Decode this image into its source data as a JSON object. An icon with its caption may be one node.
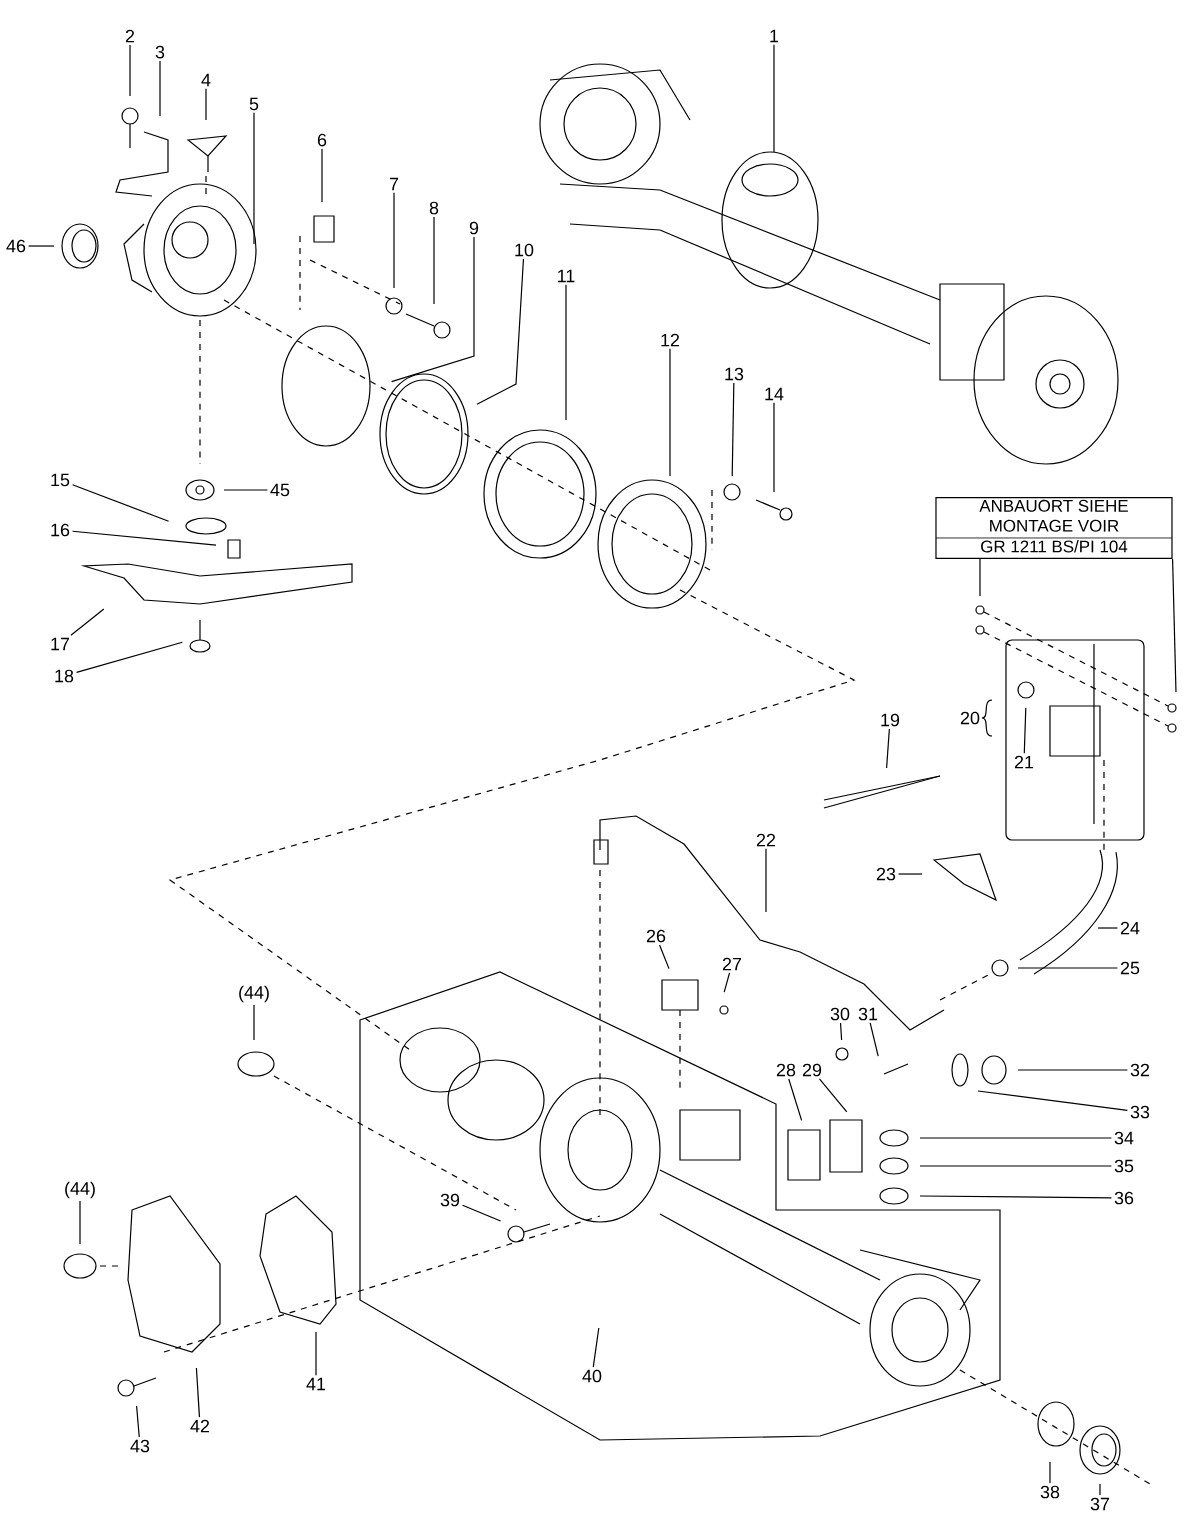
{
  "diagram": {
    "nodes": [
      {
        "text": [
          "1"
        ]
      },
      {
        "text": [
          "2"
        ]
      },
      {
        "text": [
          "3"
        ]
      },
      {
        "text": [
          "4"
        ]
      },
      {
        "text": [
          "5"
        ]
      },
      {
        "text": [
          "6"
        ]
      },
      {
        "text": [
          "7"
        ]
      },
      {
        "text": [
          "8"
        ]
      },
      {
        "text": [
          "9"
        ]
      },
      {
        "text": [
          "10"
        ]
      },
      {
        "text": [
          "11"
        ]
      },
      {
        "text": [
          "12"
        ]
      },
      {
        "text": [
          "13"
        ]
      },
      {
        "text": [
          "14"
        ]
      },
      {
        "text": [
          "15"
        ]
      },
      {
        "text": [
          "16"
        ]
      },
      {
        "text": [
          "17"
        ]
      },
      {
        "text": [
          "18"
        ]
      },
      {
        "text": [
          "19"
        ]
      },
      {
        "text": [
          "20"
        ]
      },
      {
        "text": [
          "21"
        ]
      },
      {
        "text": [
          "22"
        ]
      },
      {
        "text": [
          "23"
        ]
      },
      {
        "text": [
          "24"
        ]
      },
      {
        "text": [
          "25"
        ]
      },
      {
        "text": [
          "26"
        ]
      },
      {
        "text": [
          "27"
        ]
      },
      {
        "text": [
          "28"
        ]
      },
      {
        "text": [
          "29"
        ]
      },
      {
        "text": [
          "30"
        ]
      },
      {
        "text": [
          "31"
        ]
      },
      {
        "text": [
          "32"
        ]
      },
      {
        "text": [
          "33"
        ]
      },
      {
        "text": [
          "34"
        ]
      },
      {
        "text": [
          "35"
        ]
      },
      {
        "text": [
          "36"
        ]
      },
      {
        "text": [
          "37"
        ]
      },
      {
        "text": [
          "38"
        ]
      },
      {
        "text": [
          "39"
        ]
      },
      {
        "text": [
          "40"
        ]
      },
      {
        "text": [
          "41"
        ]
      },
      {
        "text": [
          "42"
        ]
      },
      {
        "text": [
          "43"
        ]
      },
      {
        "text": [
          "(44)"
        ]
      },
      {
        "text": [
          "(44)"
        ]
      },
      {
        "text": [
          "45"
        ]
      },
      {
        "text": [
          "46"
        ]
      },
      {
        "text": [
          "ANBAUORT SIEHE MONTAGE VOIR",
          "GR 1211 BS/PI 104"
        ]
      }
    ],
    "edges": [
      {
        "from": 0,
        "to": null,
        "arrow": "none"
      },
      {
        "from": 1,
        "to": null,
        "arrow": "none"
      },
      {
        "from": 2,
        "to": null,
        "arrow": "none"
      },
      {
        "from": 3,
        "to": null,
        "arrow": "none"
      },
      {
        "from": 4,
        "to": null,
        "arrow": "none"
      },
      {
        "from": 5,
        "to": null,
        "arrow": "none"
      },
      {
        "from": 6,
        "to": null,
        "arrow": "none"
      },
      {
        "from": 7,
        "to": null,
        "arrow": "none"
      },
      {
        "from": 8,
        "to": null,
        "arrow": "none"
      },
      {
        "from": 9,
        "to": null,
        "arrow": "none"
      },
      {
        "from": 10,
        "to": null,
        "arrow": "none"
      },
      {
        "from": 11,
        "to": null,
        "arrow": "none"
      },
      {
        "from": 12,
        "to": null,
        "arrow": "none"
      },
      {
        "from": 13,
        "to": null,
        "arrow": "none"
      },
      {
        "from": 14,
        "to": null,
        "arrow": "none"
      },
      {
        "from": 15,
        "to": null,
        "arrow": "none"
      },
      {
        "from": 16,
        "to": null,
        "arrow": "none"
      },
      {
        "from": 17,
        "to": null,
        "arrow": "none"
      },
      {
        "from": 18,
        "to": null,
        "arrow": "none"
      },
      {
        "from": 20,
        "to": null,
        "arrow": "none"
      },
      {
        "from": 21,
        "to": null,
        "arrow": "none"
      },
      {
        "from": 22,
        "to": null,
        "arrow": "none"
      },
      {
        "from": 23,
        "to": null,
        "arrow": "none"
      },
      {
        "from": 24,
        "to": null,
        "arrow": "none"
      },
      {
        "from": 25,
        "to": null,
        "arrow": "none"
      },
      {
        "from": 26,
        "to": null,
        "arrow": "none"
      },
      {
        "from": 27,
        "to": null,
        "arrow": "none"
      },
      {
        "from": 28,
        "to": null,
        "arrow": "none"
      },
      {
        "from": 29,
        "to": null,
        "arrow": "none"
      },
      {
        "from": 30,
        "to": null,
        "arrow": "none"
      },
      {
        "from": 31,
        "to": null,
        "arrow": "none"
      },
      {
        "from": 32,
        "to": null,
        "arrow": "none"
      },
      {
        "from": 33,
        "to": null,
        "arrow": "none"
      },
      {
        "from": 34,
        "to": null,
        "arrow": "none"
      },
      {
        "from": 35,
        "to": null,
        "arrow": "none"
      },
      {
        "from": 36,
        "to": null,
        "arrow": "none"
      },
      {
        "from": 37,
        "to": null,
        "arrow": "none"
      },
      {
        "from": 38,
        "to": null,
        "arrow": "none"
      },
      {
        "from": 39,
        "to": null,
        "arrow": "none"
      },
      {
        "from": 40,
        "to": null,
        "arrow": "none"
      },
      {
        "from": 41,
        "to": null,
        "arrow": "none"
      },
      {
        "from": 42,
        "to": null,
        "arrow": "none"
      },
      {
        "from": 43,
        "to": null,
        "arrow": "none"
      },
      {
        "from": 44,
        "to": null,
        "arrow": "none"
      },
      {
        "from": 45,
        "to": null,
        "arrow": "none"
      },
      {
        "from": 46,
        "to": null,
        "arrow": "none"
      },
      {
        "from": 47,
        "to": null,
        "arrow": "none"
      },
      {
        "from": 47,
        "to": null,
        "arrow": "none"
      }
    ]
  }
}
